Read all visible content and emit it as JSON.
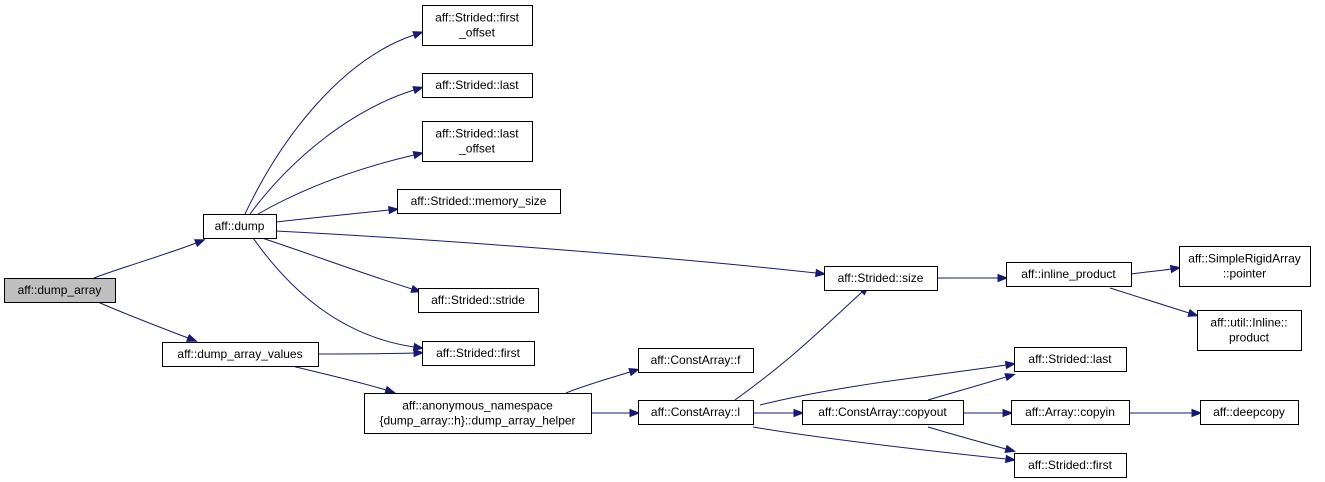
{
  "graph": {
    "colors": {
      "edge": "#191970",
      "root_fill": "#bfbfbf",
      "node_fill": "#ffffff",
      "node_border": "#000000"
    },
    "nodes": [
      {
        "id": "dump_array",
        "lines": [
          "aff::dump_array"
        ],
        "root": true
      },
      {
        "id": "dump",
        "lines": [
          "aff::dump"
        ]
      },
      {
        "id": "dump_array_values",
        "lines": [
          "aff::dump_array_values"
        ]
      },
      {
        "id": "strided_first_offset",
        "lines": [
          "aff::Strided::first",
          "_offset"
        ]
      },
      {
        "id": "strided_last_top",
        "lines": [
          "aff::Strided::last"
        ]
      },
      {
        "id": "strided_last_offset",
        "lines": [
          "aff::Strided::last",
          "_offset"
        ]
      },
      {
        "id": "strided_memory_size",
        "lines": [
          "aff::Strided::memory_size"
        ]
      },
      {
        "id": "strided_stride",
        "lines": [
          "aff::Strided::stride"
        ]
      },
      {
        "id": "strided_first_mid",
        "lines": [
          "aff::Strided::first"
        ]
      },
      {
        "id": "dump_array_helper",
        "lines": [
          "aff::anonymous_namespace",
          "{dump_array::h}::dump_array_helper"
        ]
      },
      {
        "id": "strided_size",
        "lines": [
          "aff::Strided::size"
        ]
      },
      {
        "id": "constarray_f",
        "lines": [
          "aff::ConstArray::f"
        ]
      },
      {
        "id": "constarray_l",
        "lines": [
          "aff::ConstArray::l"
        ]
      },
      {
        "id": "inline_product",
        "lines": [
          "aff::inline_product"
        ]
      },
      {
        "id": "simplerigid_pointer",
        "lines": [
          "aff::SimpleRigidArray",
          "::pointer"
        ]
      },
      {
        "id": "util_inline_product",
        "lines": [
          "aff::util::Inline::",
          "product"
        ]
      },
      {
        "id": "strided_last_bottom",
        "lines": [
          "aff::Strided::last"
        ]
      },
      {
        "id": "constarray_copyout",
        "lines": [
          "aff::ConstArray::copyout"
        ]
      },
      {
        "id": "array_copyin",
        "lines": [
          "aff::Array::copyin"
        ]
      },
      {
        "id": "deepcopy",
        "lines": [
          "aff::deepcopy"
        ]
      },
      {
        "id": "strided_first_bottom",
        "lines": [
          "aff::Strided::first"
        ]
      }
    ],
    "edges": [
      {
        "from": "dump_array",
        "to": "dump"
      },
      {
        "from": "dump_array",
        "to": "dump_array_values"
      },
      {
        "from": "dump",
        "to": "strided_first_offset"
      },
      {
        "from": "dump",
        "to": "strided_last_top"
      },
      {
        "from": "dump",
        "to": "strided_last_offset"
      },
      {
        "from": "dump",
        "to": "strided_memory_size"
      },
      {
        "from": "dump",
        "to": "strided_size"
      },
      {
        "from": "dump",
        "to": "strided_stride"
      },
      {
        "from": "dump",
        "to": "strided_first_mid"
      },
      {
        "from": "dump_array_values",
        "to": "strided_first_mid"
      },
      {
        "from": "dump_array_values",
        "to": "dump_array_helper"
      },
      {
        "from": "dump_array_helper",
        "to": "constarray_f"
      },
      {
        "from": "dump_array_helper",
        "to": "constarray_l"
      },
      {
        "from": "constarray_l",
        "to": "strided_size"
      },
      {
        "from": "constarray_l",
        "to": "strided_last_bottom"
      },
      {
        "from": "constarray_l",
        "to": "constarray_copyout"
      },
      {
        "from": "constarray_l",
        "to": "strided_first_bottom"
      },
      {
        "from": "strided_size",
        "to": "inline_product"
      },
      {
        "from": "inline_product",
        "to": "simplerigid_pointer"
      },
      {
        "from": "inline_product",
        "to": "util_inline_product"
      },
      {
        "from": "constarray_copyout",
        "to": "strided_last_bottom"
      },
      {
        "from": "constarray_copyout",
        "to": "array_copyin"
      },
      {
        "from": "constarray_copyout",
        "to": "strided_first_bottom"
      },
      {
        "from": "array_copyin",
        "to": "deepcopy"
      }
    ]
  }
}
